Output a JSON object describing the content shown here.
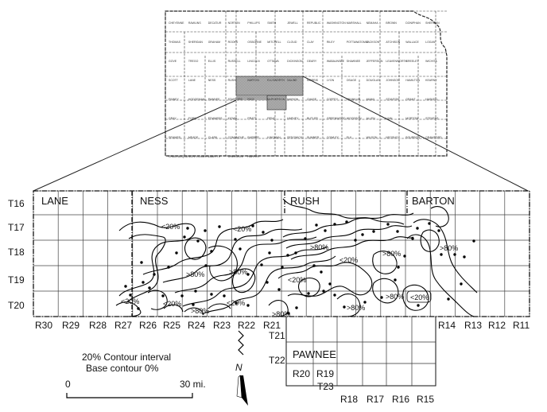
{
  "map": {
    "counties": {
      "lane": "LANE",
      "ness": "NESS",
      "rush": "RUSH",
      "barton": "BARTON",
      "pawnee": "PAWNEE"
    },
    "townships": [
      "T16",
      "T17",
      "T18",
      "T19",
      "T20"
    ],
    "pawnee_townships": [
      "T21",
      "T22",
      "T23"
    ],
    "ranges": [
      "R30",
      "R29",
      "R28",
      "R27",
      "R26",
      "R25",
      "R24",
      "R23",
      "R22",
      "R21"
    ],
    "ranges_right": [
      "R14",
      "R13",
      "R12",
      "R11"
    ],
    "pawnee_ranges_top": [
      "R20",
      "R19"
    ],
    "pawnee_ranges_bottom": [
      "R18",
      "R17",
      "R16",
      "R15"
    ],
    "contour_labels": [
      "<20%",
      "<20%",
      "<20%",
      "<20%",
      "<20%",
      "<20%",
      "<20%",
      ">80%",
      ">80%",
      ">80%",
      ">80%",
      ">80%",
      ">80%",
      ">80%",
      ">80%",
      ">80%"
    ],
    "north_label": "N"
  },
  "legend": {
    "contour_interval": "20% Contour interval",
    "base_contour": "Base contour 0%",
    "scale_start": "0",
    "scale_end": "30 mi."
  },
  "inset": {
    "county_names": [
      "CHEYENNE",
      "RAWLINS",
      "DECATUR",
      "NORTON",
      "PHILLIPS",
      "SMITH",
      "JEWELL",
      "REPUBLIC",
      "WASHINGTON",
      "MARSHALL",
      "NEMAHA",
      "BROWN",
      "DONIPHAN",
      "SHERMAN",
      "THOMAS",
      "SHERIDAN",
      "GRAHAM",
      "ROOKS",
      "OSBORNE",
      "MITCHELL",
      "CLOUD",
      "CLAY",
      "RILEY",
      "POTTAWATOMIE",
      "JACKSON",
      "ATCHISON",
      "WALLACE",
      "LOGAN",
      "GOVE",
      "TREGO",
      "ELLIS",
      "RUSSELL",
      "LINCOLN",
      "OTTAWA",
      "DICKINSON",
      "GEARY",
      "WABAUNSEE",
      "SHAWNEE",
      "JEFFERSON",
      "LEAVENWORTH",
      "GREELEY",
      "WICHITA",
      "SCOTT",
      "LANE",
      "NESS",
      "RUSH",
      "BARTON",
      "ELLSWORTH",
      "SALINE",
      "MORRIS",
      "LYON",
      "OSAGE",
      "DOUGLAS",
      "JOHNSON",
      "HAMILTON",
      "KEARNY",
      "FINNEY",
      "HODGEMAN",
      "PAWNEE",
      "STAFFORD",
      "RICE",
      "McPHERSON",
      "MARION",
      "CHASE",
      "COFFEY",
      "FRANKLIN",
      "MIAMI",
      "STANTON",
      "GRANT",
      "HASKELL",
      "GRAY",
      "FORD",
      "EDWARDS",
      "KIOWA",
      "PRATT",
      "RENO",
      "HARVEY",
      "BUTLER",
      "GREENWOOD",
      "WOODSON",
      "ALLEN",
      "LINN",
      "MORTON",
      "STEVENS",
      "SEWARD",
      "MEADE",
      "CLARK",
      "COMANCHE",
      "BARBER",
      "KINGMAN",
      "SEDGWICK",
      "SUMNER",
      "COWLEY",
      "ELK",
      "WILSON",
      "NEOSHO",
      "BOURBON",
      "CRAWFORD",
      "CHAUTAUQUA",
      "MONTGOMERY",
      "LABETTE",
      "CHEROKEE",
      "HARPER"
    ]
  }
}
